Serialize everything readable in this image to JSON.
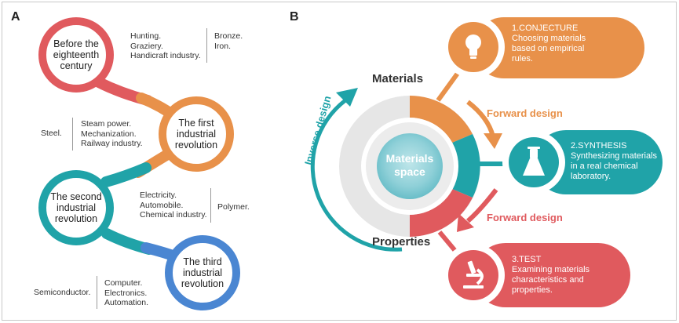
{
  "panel_a": {
    "letter": "A",
    "stages": [
      {
        "label_lines": [
          "Before the",
          "eighteenth",
          "century"
        ],
        "color": "#e05a5e"
      },
      {
        "label_lines": [
          "The first",
          "industrial",
          "revolution"
        ],
        "color": "#e8914a"
      },
      {
        "label_lines": [
          "The second",
          "industrial",
          "revolution"
        ],
        "color": "#20a3a8"
      },
      {
        "label_lines": [
          "The third",
          "industrial",
          "revolution"
        ],
        "color": "#4a86d2"
      }
    ],
    "notes": [
      {
        "activities": [
          "Hunting.",
          "Graziery.",
          "Handicraft industry."
        ],
        "materials": [
          "Bronze.",
          "Iron."
        ]
      },
      {
        "activities": [
          "Steam power.",
          "Mechanization.",
          "Railway industry."
        ],
        "materials": [
          "Steel."
        ]
      },
      {
        "activities": [
          "Electricity.",
          "Automobile.",
          "Chemical industry."
        ],
        "materials": [
          "Polymer."
        ]
      },
      {
        "activities": [
          "Computer.",
          "Electronics.",
          "Automation."
        ],
        "materials": [
          "Semiconductor."
        ]
      }
    ]
  },
  "panel_b": {
    "letter": "B",
    "materials_label": "Materials",
    "properties_label": "Properties",
    "center_lines": [
      "Materials",
      "space"
    ],
    "inverse_label": "Inverse design",
    "forward_label": "Forward design",
    "steps": [
      {
        "title": "1.CONJECTURE",
        "lines": [
          "Choosing materials",
          "based on empirical",
          "rules."
        ],
        "color": "#e8914a",
        "icon": "lightbulb-icon"
      },
      {
        "title": "2.SYNTHESIS",
        "lines": [
          "Synthesizing materials",
          "in a real chemical",
          "laboratory."
        ],
        "color": "#20a3a8",
        "icon": "flask-icon"
      },
      {
        "title": "3.TEST",
        "lines": [
          "Examining materials",
          "characteristics and",
          "properties."
        ],
        "color": "#e05a5e",
        "icon": "microscope-icon"
      }
    ],
    "colors": {
      "orange": "#e8914a",
      "teal": "#20a3a8",
      "red": "#e05a5e",
      "grey": "#e3e3e3"
    }
  }
}
